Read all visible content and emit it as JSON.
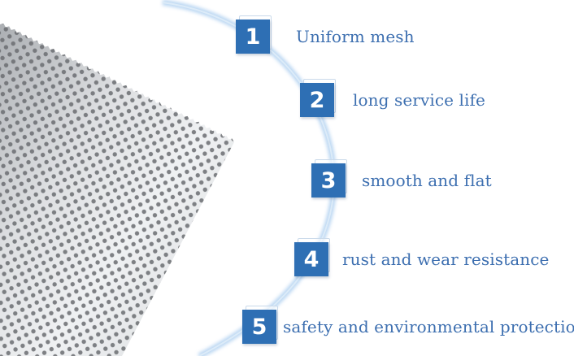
{
  "features": [
    {
      "number": "1",
      "label": "Uniform mesh"
    },
    {
      "number": "2",
      "label": "long service life"
    },
    {
      "number": "3",
      "label": "smooth and flat"
    },
    {
      "number": "4",
      "label": "rust and wear resistance"
    },
    {
      "number": "5",
      "label": "safety and environmental protection"
    }
  ],
  "colors": {
    "accent": "#2e6fb4",
    "label_text": "#3d6fb0",
    "arc_glow": "#a9ccef",
    "sheet_metal": "#b9bcbf"
  },
  "image": {
    "subject": "perforated-metal-sheet"
  }
}
